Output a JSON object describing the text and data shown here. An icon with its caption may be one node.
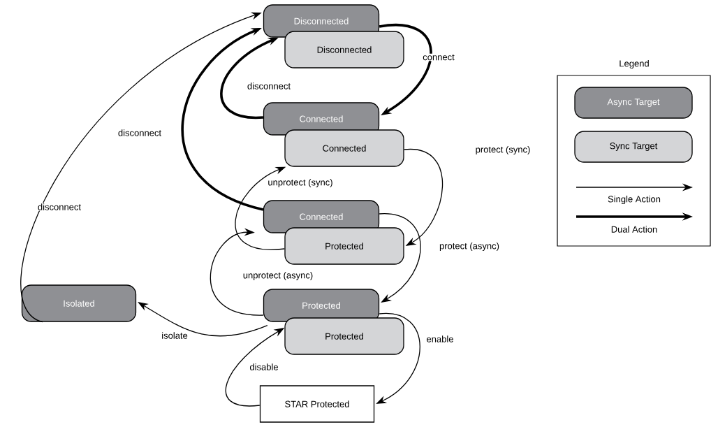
{
  "diagram": {
    "nodes": [
      {
        "text": [
          "Disconnected"
        ]
      },
      {
        "text": [
          "Disconnected"
        ]
      },
      {
        "text": [
          "Connected"
        ]
      },
      {
        "text": [
          "Connected"
        ]
      },
      {
        "text": [
          "Connected"
        ]
      },
      {
        "text": [
          "Protected"
        ]
      },
      {
        "text": [
          "Protected"
        ]
      },
      {
        "text": [
          "Protected"
        ]
      },
      {
        "text": [
          "Isolated"
        ]
      },
      {
        "text": [
          "STAR Protected"
        ]
      }
    ],
    "edges": [
      {
        "from": 0,
        "to": 2,
        "arrow": "to",
        "label": "connect",
        "style": "thick"
      },
      {
        "from": 2,
        "to": 0,
        "arrow": "to",
        "label": "disconnect",
        "style": "thick"
      },
      {
        "from": 4,
        "to": 0,
        "arrow": "to",
        "label": "disconnect",
        "style": "thick"
      },
      {
        "from": 8,
        "to": 0,
        "arrow": "to",
        "label": "disconnect"
      },
      {
        "from": 3,
        "to": 5,
        "arrow": "to",
        "label": "protect (sync)"
      },
      {
        "from": 5,
        "to": 3,
        "arrow": "to",
        "label": "unprotect (sync)"
      },
      {
        "from": 4,
        "to": 6,
        "arrow": "to",
        "label": "protect (async)"
      },
      {
        "from": 6,
        "to": 4,
        "arrow": "to",
        "label": "unprotect (async)"
      },
      {
        "from": 6,
        "to": 8,
        "arrow": "to",
        "label": "isolate"
      },
      {
        "from": 6,
        "to": 9,
        "arrow": "to",
        "label": "enable"
      },
      {
        "from": 9,
        "to": 7,
        "arrow": "to",
        "label": "disable"
      }
    ],
    "labels": [
      "Legend"
    ],
    "legend": [
      {
        "text": "Async Target",
        "color": "#8f9094"
      },
      {
        "text": "Sync Target",
        "color": "#d4d5d7"
      },
      {
        "text": "Single Action"
      },
      {
        "text": "Dual Action"
      }
    ]
  }
}
